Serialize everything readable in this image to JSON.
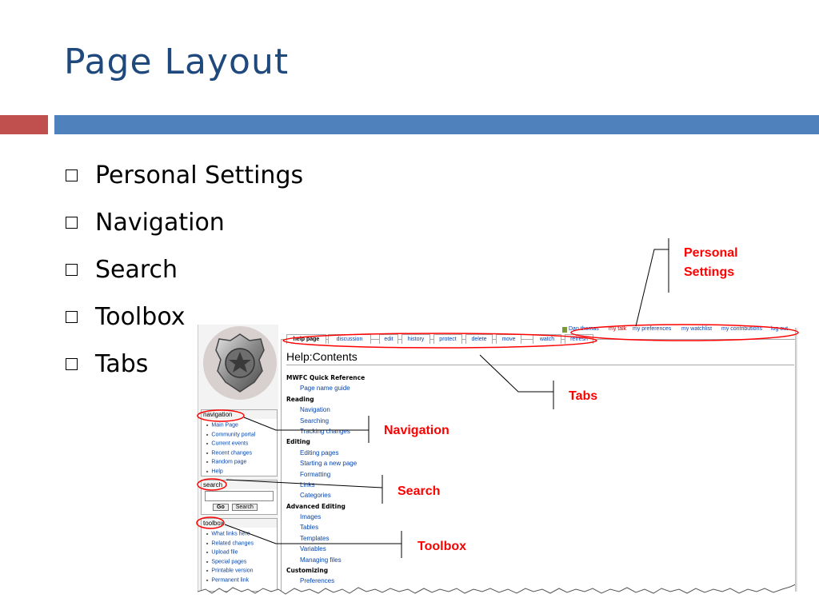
{
  "slide": {
    "title": "Page Layout",
    "accent_red": "#c0504d",
    "accent_blue": "#4f81bd",
    "bullets": [
      "Personal Settings",
      "Navigation",
      "Search",
      "Toolbox",
      "Tabs"
    ]
  },
  "wiki": {
    "personal_tools": [
      "Dan.thomas",
      "my talk",
      "my preferences",
      "my watchlist",
      "my contributions",
      "log out"
    ],
    "tabs": [
      "help page",
      "discussion",
      "edit",
      "history",
      "protect",
      "delete",
      "move",
      "watch",
      "refresh"
    ],
    "page_heading": "Help:Contents",
    "navigation": {
      "header": "navigation",
      "items": [
        "Main Page",
        "Community portal",
        "Current events",
        "Recent changes",
        "Random page",
        "Help"
      ]
    },
    "search": {
      "header": "search",
      "go_label": "Go",
      "search_label": "Search"
    },
    "toolbox": {
      "header": "toolbox",
      "items": [
        "What links here",
        "Related changes",
        "Upload file",
        "Special pages",
        "Printable version",
        "Permanent link"
      ]
    },
    "contents": [
      {
        "heading": "MWFC Quick Reference",
        "links": [
          "Page name guide"
        ]
      },
      {
        "heading": "Reading",
        "links": [
          "Navigation",
          "Searching",
          "Tracking changes"
        ]
      },
      {
        "heading": "Editing",
        "links": [
          "Editing pages",
          "Starting a new page",
          "Formatting",
          "Links",
          "Categories"
        ]
      },
      {
        "heading": "Advanced Editing",
        "links": [
          "Images",
          "Tables",
          "Templates",
          "Variables",
          "Managing files"
        ]
      },
      {
        "heading": "Customizing",
        "links": [
          "Preferences"
        ]
      }
    ]
  },
  "annotations": {
    "personal_settings_line1": "Personal",
    "personal_settings_line2": "Settings",
    "tabs": "Tabs",
    "navigation": "Navigation",
    "search": "Search",
    "toolbox": "Toolbox"
  }
}
